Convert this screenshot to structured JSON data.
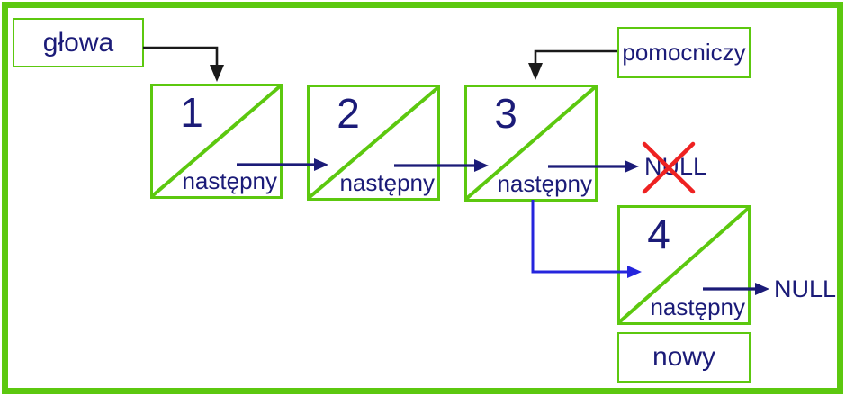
{
  "colors": {
    "green": "#5cc80f",
    "navy": "#1b1b78",
    "blue": "#2525dd",
    "black": "#1a1a1a",
    "red": "#ee2222",
    "bg": "#ffffff"
  },
  "diagram": {
    "head": {
      "label": "głowa"
    },
    "aux": {
      "label": "pomocniczy"
    },
    "new_box": {
      "label": "nowy"
    },
    "null_old": {
      "label": "NULL",
      "crossed_out": true
    },
    "null_new": {
      "label": "NULL",
      "crossed_out": false
    },
    "nodes": [
      {
        "value": "1",
        "next_label": "następny"
      },
      {
        "value": "2",
        "next_label": "następny"
      },
      {
        "value": "3",
        "next_label": "następny"
      },
      {
        "value": "4",
        "next_label": "następny"
      }
    ]
  }
}
